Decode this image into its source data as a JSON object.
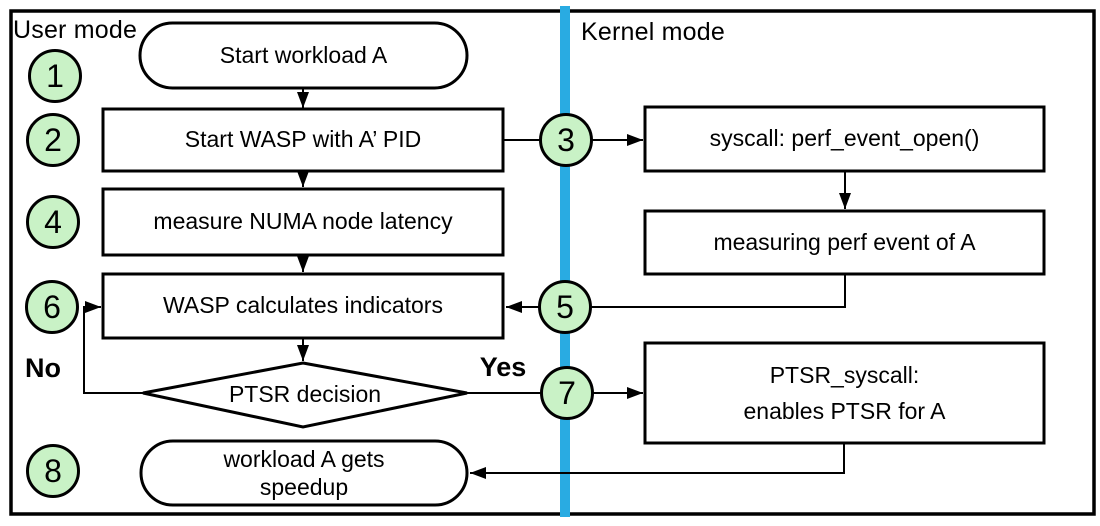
{
  "regions": {
    "left": "User mode",
    "right": "Kernel mode"
  },
  "steps": [
    "1",
    "2",
    "3",
    "4",
    "5",
    "6",
    "7",
    "8"
  ],
  "nodes": {
    "start": "Start workload A",
    "start_wasp": "Start WASP with A’ PID",
    "measure_numa": "measure NUMA node latency",
    "wasp_indicators": "WASP calculates indicators",
    "ptsr_decision": "PTSR decision",
    "workload_speedup": {
      "line1": "workload A gets",
      "line2": "speedup"
    },
    "syscall_open": "syscall: perf_event_open()",
    "measuring_perf": "measuring perf event of A",
    "ptsr_syscall": {
      "line1": "PTSR_syscall:",
      "line2": "enables PTSR for A"
    }
  },
  "branch_labels": {
    "yes": "Yes",
    "no": "No"
  },
  "colors": {
    "step_circle_fill": "#C9F2C6",
    "mode_divider": "#29ABE2",
    "shape_stroke": "#000000",
    "background": "#FFFFFF"
  }
}
